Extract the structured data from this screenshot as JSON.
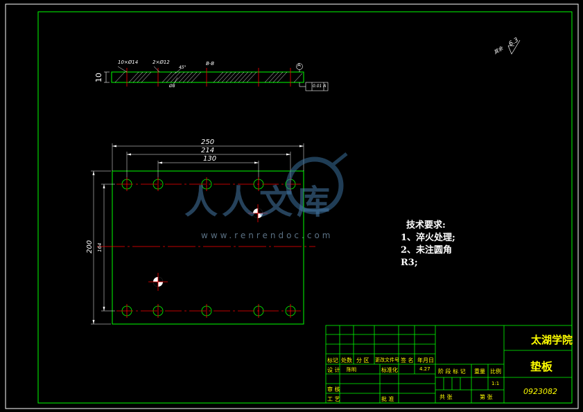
{
  "watermark": {
    "brand": "人人文库",
    "url": "www.renrendoc.com"
  },
  "dimensions": {
    "width_total": "250",
    "hole_span_outer": "214",
    "hole_span_inner": "130",
    "height_total": "200",
    "height_inner": "164",
    "thickness": "10",
    "note_holes_a": "10×Ø14",
    "note_holes_b": "2×Ø12",
    "section_mark": "B-B",
    "angle_mark": "45°",
    "depth_mark": "Ø8",
    "datum": "A",
    "flatness": "0.01 A",
    "roughness_value": "6.3",
    "roughness_label": "其余"
  },
  "tech_requirements": {
    "title": "技术要求:",
    "item1": "1、淬火处理;",
    "item2": "2、未注圆角",
    "item3": "R3;"
  },
  "title_block": {
    "school": "太湖学院",
    "part_name": "垫板",
    "drawing_code": "0923082",
    "row_labels": {
      "mark": "标记",
      "count": "处数",
      "zone": "分 区",
      "doc_no": "更改文件号",
      "sign": "签 名",
      "date": "年月日",
      "design": "设 计",
      "designer": "陈明",
      "standardize": "标准化",
      "std_date": "4.27",
      "review": "审 核",
      "process": "工 艺",
      "approve": "批 准",
      "stage": "阶 段 标 记",
      "weight": "重量",
      "scale": "比例",
      "scale_value": "1:1",
      "sheets_total": "共 张",
      "sheet_no": "第 张"
    }
  }
}
